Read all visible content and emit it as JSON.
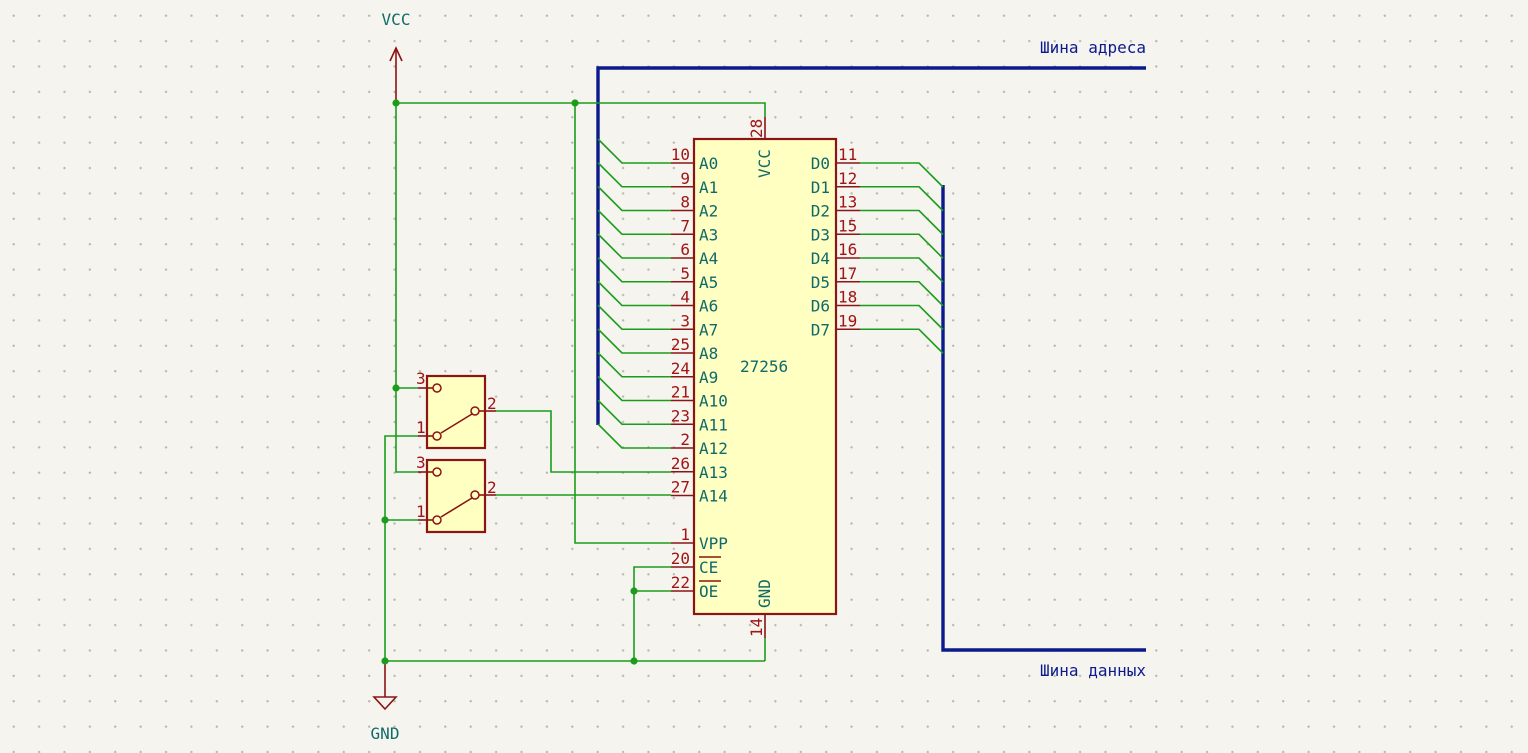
{
  "power": {
    "vcc_label": "VCC",
    "gnd_label": "GND"
  },
  "chip": {
    "name": "27256",
    "left_pins": [
      {
        "name": "A0",
        "num": "10"
      },
      {
        "name": "A1",
        "num": "9"
      },
      {
        "name": "A2",
        "num": "8"
      },
      {
        "name": "A3",
        "num": "7"
      },
      {
        "name": "A4",
        "num": "6"
      },
      {
        "name": "A5",
        "num": "5"
      },
      {
        "name": "A6",
        "num": "4"
      },
      {
        "name": "A7",
        "num": "3"
      },
      {
        "name": "A8",
        "num": "25"
      },
      {
        "name": "A9",
        "num": "24"
      },
      {
        "name": "A10",
        "num": "21"
      },
      {
        "name": "A11",
        "num": "23"
      },
      {
        "name": "A12",
        "num": "2"
      },
      {
        "name": "A13",
        "num": "26"
      },
      {
        "name": "A14",
        "num": "27"
      }
    ],
    "ctrl_pins": [
      {
        "name": "VPP",
        "num": "1"
      },
      {
        "name": "CE",
        "num": "20"
      },
      {
        "name": "OE",
        "num": "22"
      }
    ],
    "right_pins": [
      {
        "name": "D0",
        "num": "11"
      },
      {
        "name": "D1",
        "num": "12"
      },
      {
        "name": "D2",
        "num": "13"
      },
      {
        "name": "D3",
        "num": "15"
      },
      {
        "name": "D4",
        "num": "16"
      },
      {
        "name": "D5",
        "num": "17"
      },
      {
        "name": "D6",
        "num": "18"
      },
      {
        "name": "D7",
        "num": "19"
      }
    ],
    "vcc_pin": {
      "name": "VCC",
      "num": "28"
    },
    "gnd_pin": {
      "name": "GND",
      "num": "14"
    }
  },
  "switches": [
    {
      "pin_top": "3",
      "pin_bottom": "1",
      "pin_common": "2"
    },
    {
      "pin_top": "3",
      "pin_bottom": "1",
      "pin_common": "2"
    }
  ],
  "buses": {
    "address": "Шина адреса",
    "data": "Шина данных"
  },
  "colors": {
    "wire": "#1b9d1b",
    "bus": "#0b1a8c",
    "pin": "#8b1414",
    "body": "#ffffc2",
    "label": "#0f6a6a"
  }
}
